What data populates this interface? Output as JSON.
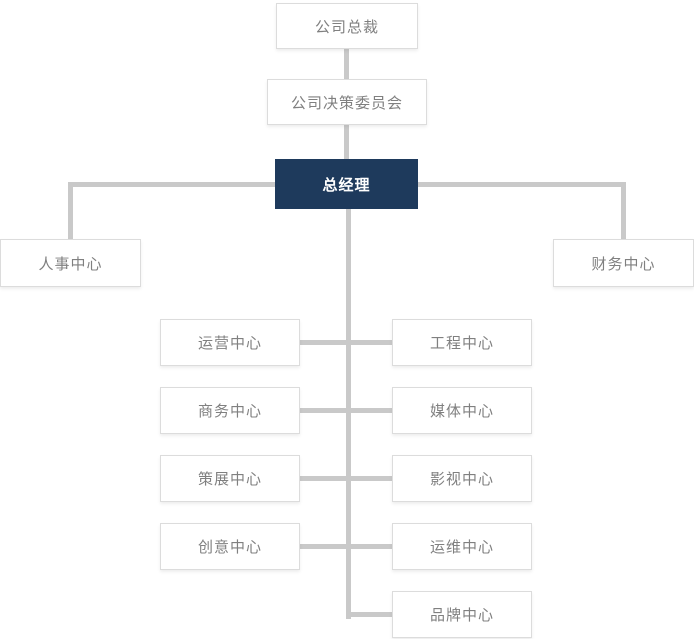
{
  "chart_type": "org-chart",
  "colors": {
    "line": "#c9c9c9",
    "box_border": "#dcdcdc",
    "box_fill": "#ffffff",
    "box_text": "#808080",
    "primary_fill": "#1e3a5c",
    "primary_text": "#ffffff"
  },
  "nodes": {
    "president": {
      "label": "公司总裁"
    },
    "committee": {
      "label": "公司决策委员会"
    },
    "general_manager": {
      "label": "总经理"
    },
    "hr_center": {
      "label": "人事中心"
    },
    "finance_center": {
      "label": "财务中心"
    },
    "operations_center": {
      "label": "运营中心"
    },
    "engineering_center": {
      "label": "工程中心"
    },
    "business_center": {
      "label": "商务中心"
    },
    "media_center": {
      "label": "媒体中心"
    },
    "curation_center": {
      "label": "策展中心"
    },
    "film_center": {
      "label": "影视中心"
    },
    "creative_center": {
      "label": "创意中心"
    },
    "ops_maintenance_center": {
      "label": "运维中心"
    },
    "brand_center": {
      "label": "品牌中心"
    }
  }
}
